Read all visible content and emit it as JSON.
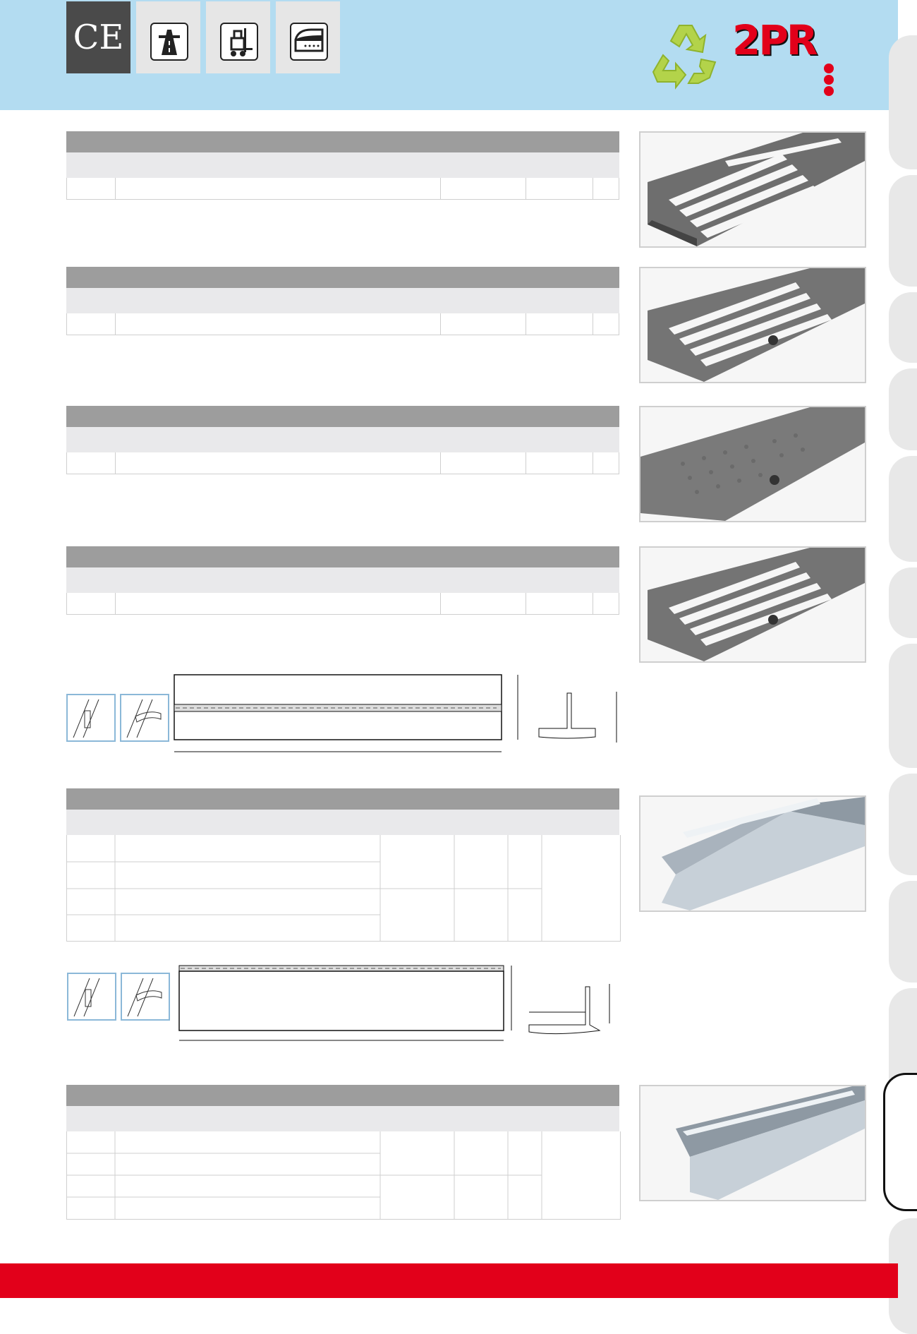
{
  "header": {
    "certifications": [
      {
        "name": "ce-mark",
        "label": "CE"
      },
      {
        "name": "road-traffic-icon"
      },
      {
        "name": "forklift-icon"
      },
      {
        "name": "train-icon"
      }
    ],
    "brand": {
      "logo_text": "2PR",
      "recycle_icon": "recycle-icon"
    },
    "colors": {
      "band": "#b3dcf1",
      "footer": "#e2001a",
      "table_header": "#9d9d9d",
      "table_sub": "#e9e9eb"
    }
  },
  "products": [
    {
      "title": "",
      "subtitle": "",
      "row": [
        "",
        "",
        "",
        "",
        ""
      ]
    },
    {
      "title": "",
      "subtitle": "",
      "row": [
        "",
        "",
        "",
        "",
        ""
      ]
    },
    {
      "title": "",
      "subtitle": "",
      "row": [
        "",
        "",
        "",
        "",
        ""
      ]
    },
    {
      "title": "",
      "subtitle": "",
      "row": [
        "",
        "",
        "",
        "",
        ""
      ]
    },
    {
      "title": "",
      "subtitle": "",
      "rows": [
        [
          "",
          ""
        ],
        [
          "",
          ""
        ],
        [
          "",
          ""
        ],
        [
          "",
          ""
        ]
      ]
    },
    {
      "title": "",
      "subtitle": "",
      "rows": [
        [
          "",
          ""
        ],
        [
          "",
          ""
        ],
        [
          "",
          ""
        ],
        [
          "",
          ""
        ]
      ]
    }
  ]
}
